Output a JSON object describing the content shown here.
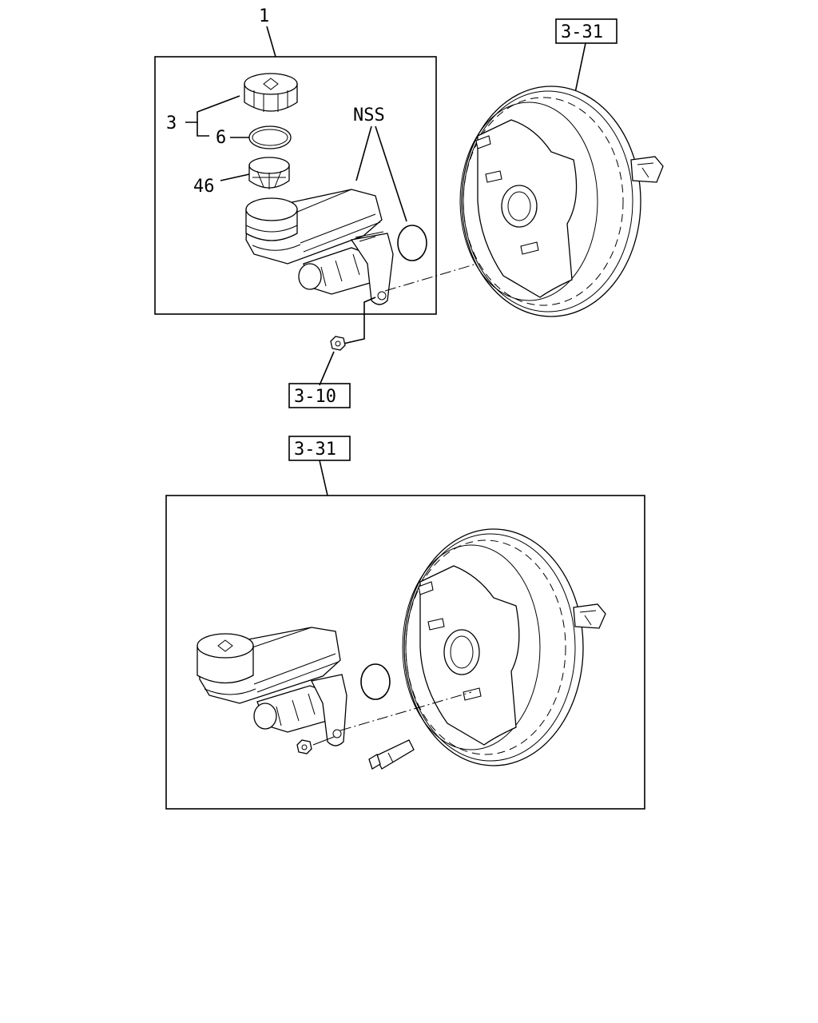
{
  "callouts": {
    "assembly": "1",
    "cap": "3",
    "seal": "6",
    "strainer": "46",
    "not_serviced": "NSS"
  },
  "references": {
    "booster_top": "3-31",
    "nut": "3-10",
    "booster_bottom": "3-31"
  }
}
